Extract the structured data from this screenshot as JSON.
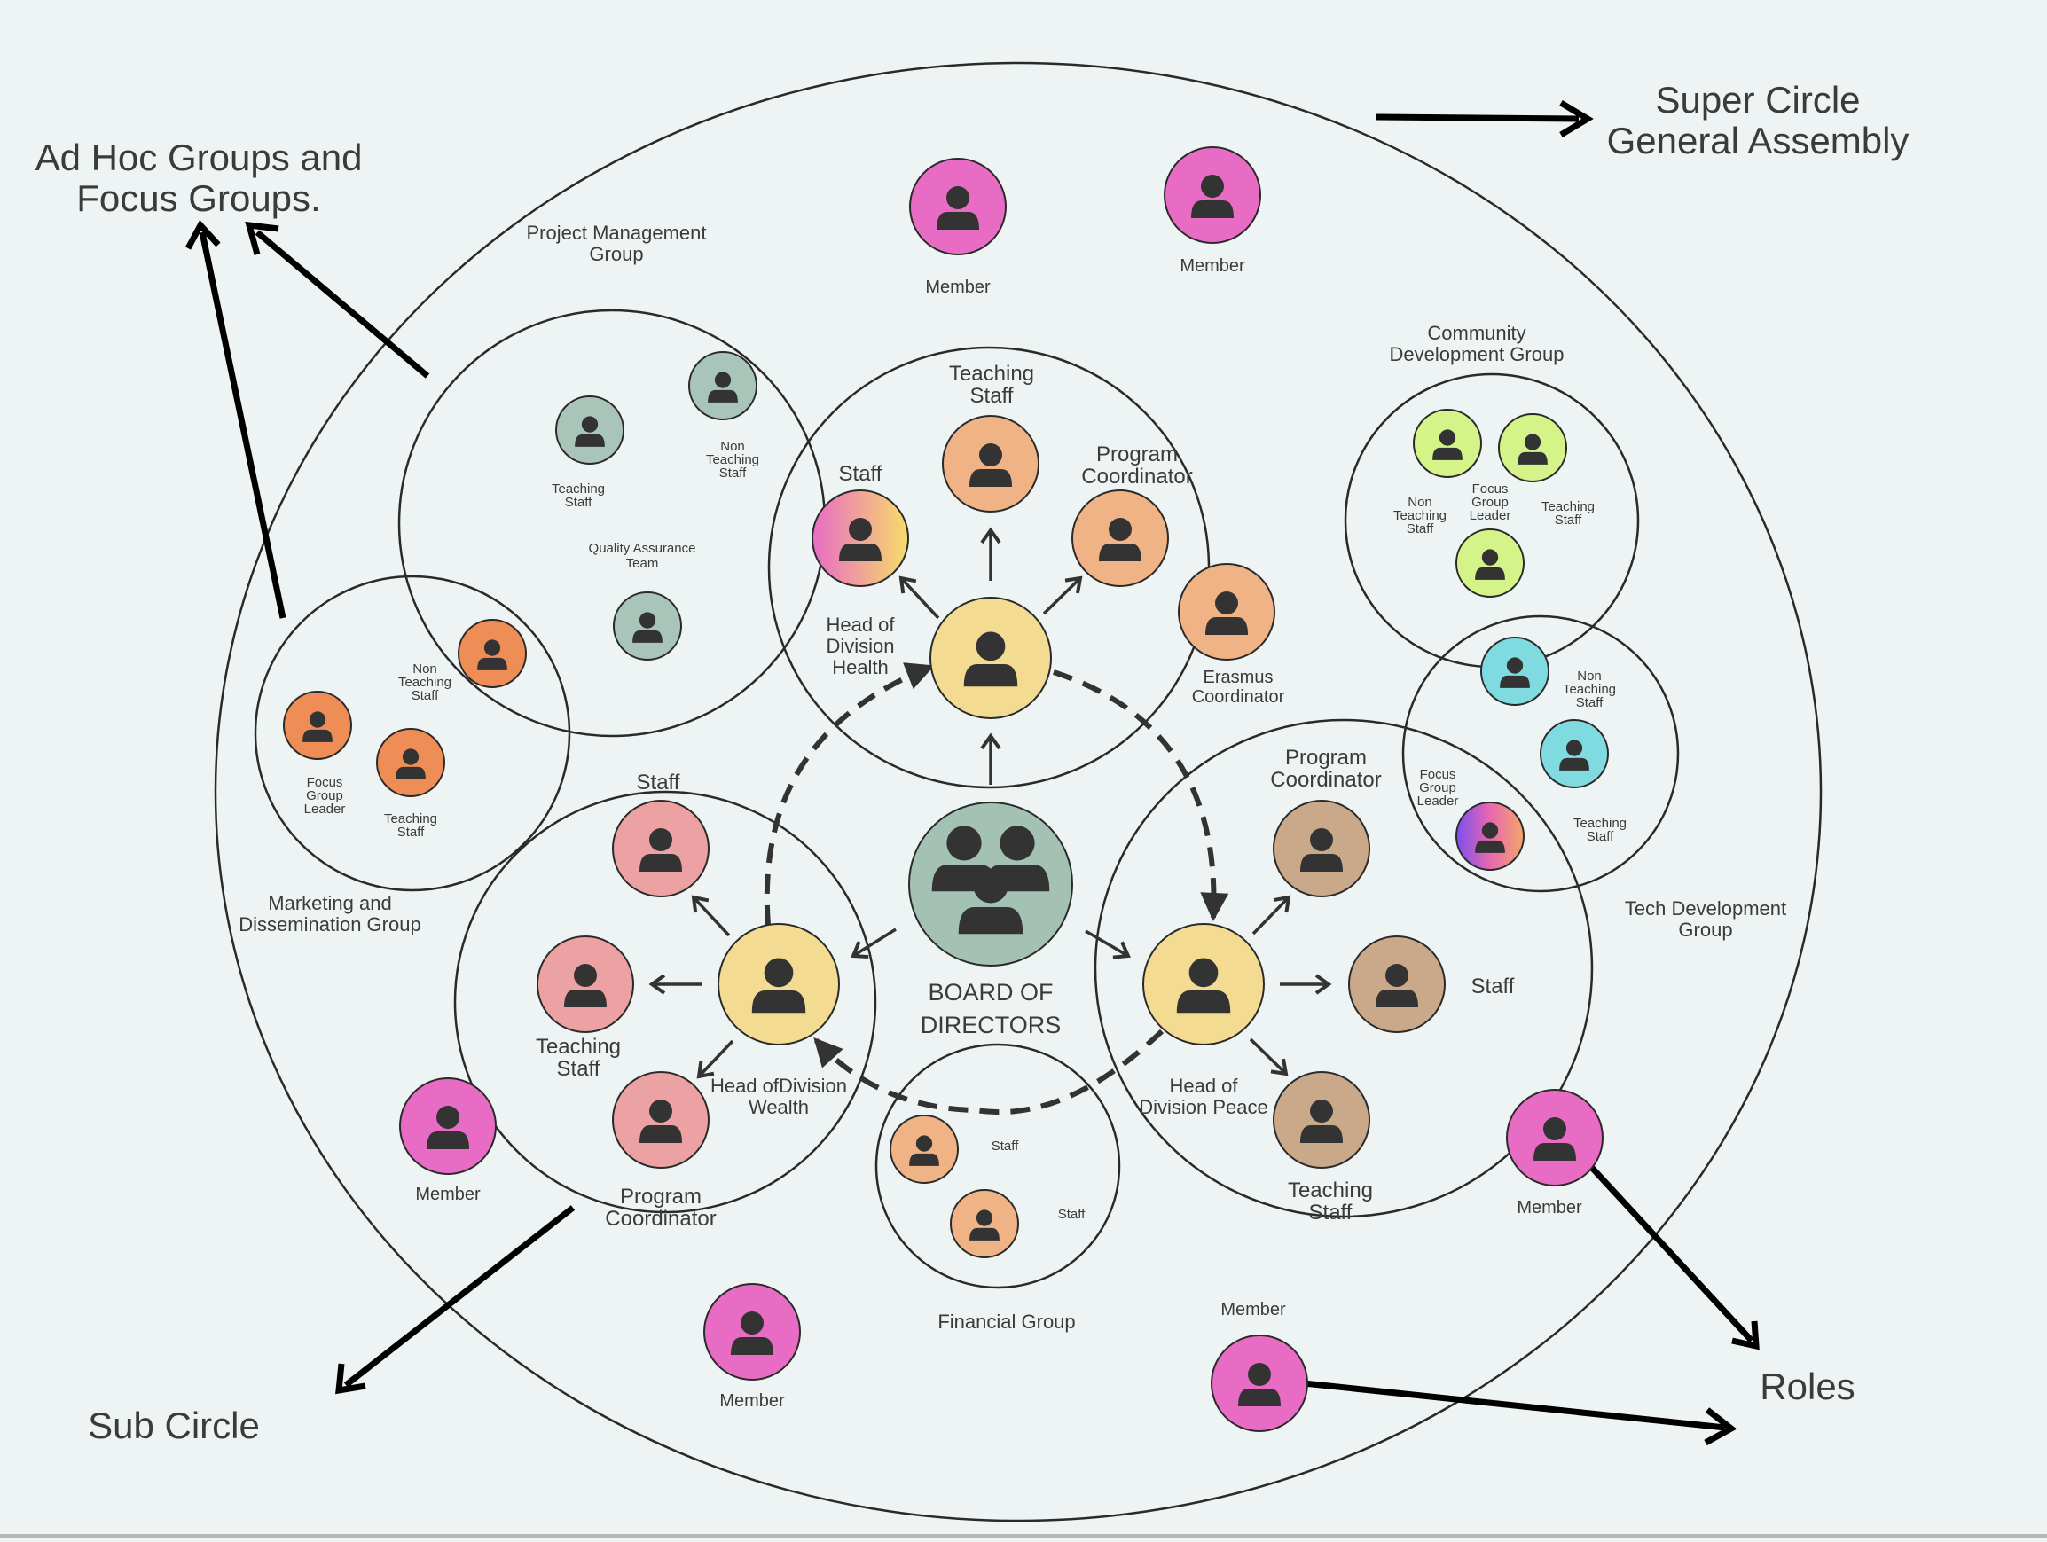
{
  "annotations": {
    "super_circle": [
      "Super Circle",
      "General Assembly"
    ],
    "ad_hoc": [
      "Ad Hoc Groups and",
      "Focus Groups."
    ],
    "sub_circle": [
      "Sub Circle"
    ],
    "roles": [
      "Roles"
    ]
  },
  "center": {
    "label": [
      "BOARD OF",
      "DIRECTORS"
    ]
  },
  "groups": {
    "project_management": [
      "Project Management",
      "Group"
    ],
    "quality_assurance": [
      "Quality Assurance",
      "Team"
    ],
    "community_development": [
      "Community",
      "Development Group"
    ],
    "marketing": [
      "Marketing and",
      "Dissemination Group"
    ],
    "tech_development": [
      "Tech Development",
      "Group"
    ],
    "financial": [
      "Financial Group"
    ]
  },
  "heads": {
    "health": [
      "Head of",
      "Division",
      "Health"
    ],
    "wealth": [
      "Head ofDivision",
      "Wealth"
    ],
    "peace": [
      "Head of",
      "Division Peace"
    ]
  },
  "roles": {
    "member": [
      "Member"
    ],
    "staff": [
      "Staff"
    ],
    "teaching_staff": [
      "Teaching",
      "Staff"
    ],
    "non_teaching_staff": [
      "Non",
      "Teaching",
      "Staff"
    ],
    "program_coordinator": [
      "Program",
      "Coordinator"
    ],
    "erasmus_coordinator": [
      "Erasmus",
      "Coordinator"
    ],
    "focus_group_leader": [
      "Focus",
      "Group",
      "Leader"
    ]
  },
  "colors": {
    "background": "#eef4f3",
    "member": "#e86cc4",
    "head": "#f3dc92",
    "board": "#a3c2b4",
    "health_staff": "#efb385",
    "wealth_staff": "#eca2a2",
    "peace_staff": "#c9a98a",
    "project_group": "#a9c4b8",
    "marketing_group": "#ee8d55",
    "community_group": "#d4f48a",
    "tech_group": "#7fdbe0",
    "financial_group": "#efb385",
    "icon": "#333333"
  }
}
